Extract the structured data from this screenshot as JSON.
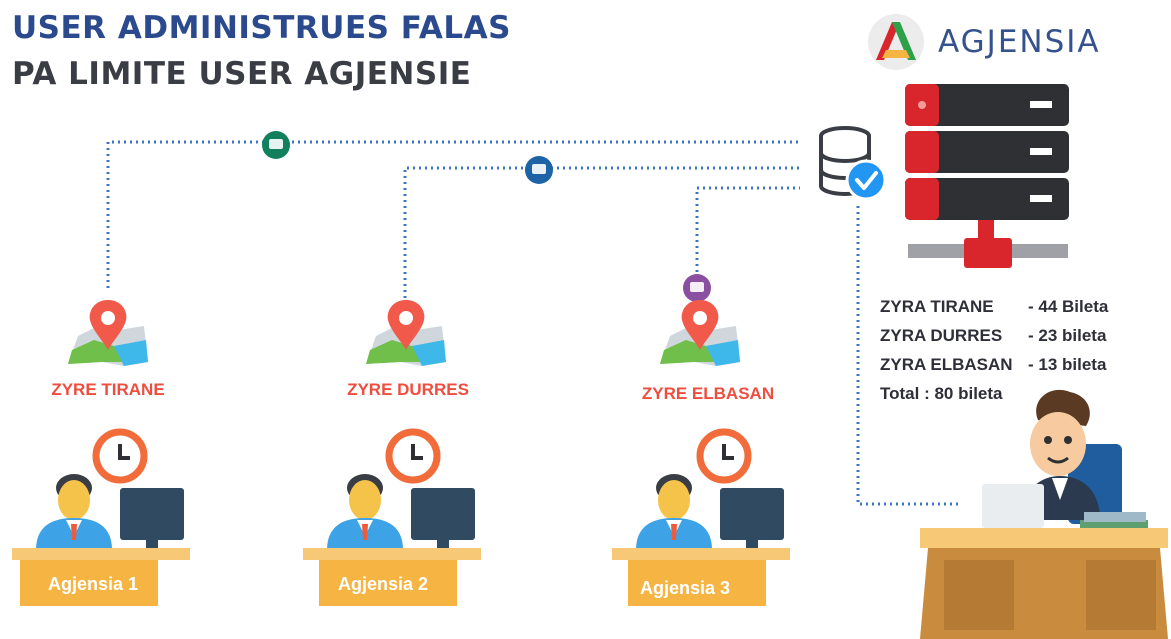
{
  "header": {
    "title_line1": "USER ADMINISTRUES FALAS",
    "title_line2": "PA LIMITE USER AGJENSIE"
  },
  "logo": {
    "text": "AGJENSIA"
  },
  "offices": [
    {
      "label": "ZYRE TIRANE"
    },
    {
      "label": "ZYRE DURRES"
    },
    {
      "label": "ZYRE ELBASAN"
    }
  ],
  "agencies": [
    {
      "label": "Agjensia 1"
    },
    {
      "label": "Agjensia 2"
    },
    {
      "label": "Agjensia 3"
    }
  ],
  "summary": {
    "rows": [
      {
        "office": "ZYRA TIRANE",
        "count": "- 44 Bileta"
      },
      {
        "office": "ZYRA DURRES",
        "count": "- 23 bileta"
      },
      {
        "office": "ZYRA ELBASAN",
        "count": "- 13 bileta"
      }
    ],
    "total": "Total : 80 bileta"
  },
  "colors": {
    "title_blue": "#2b4a8e",
    "title_dark": "#3a3d44",
    "office_label": "#ee4e3f",
    "pin_red": "#f15a4a",
    "agency_orange": "#f6b443",
    "server_red": "#d8262c",
    "server_dark": "#2f3033",
    "clock_orange": "#f26b3a",
    "check_blue": "#2196f3",
    "dot_line": "#3d74c6",
    "node_green": "#12805c",
    "node_blue": "#1e63a6",
    "node_purple": "#8a4fa0"
  }
}
